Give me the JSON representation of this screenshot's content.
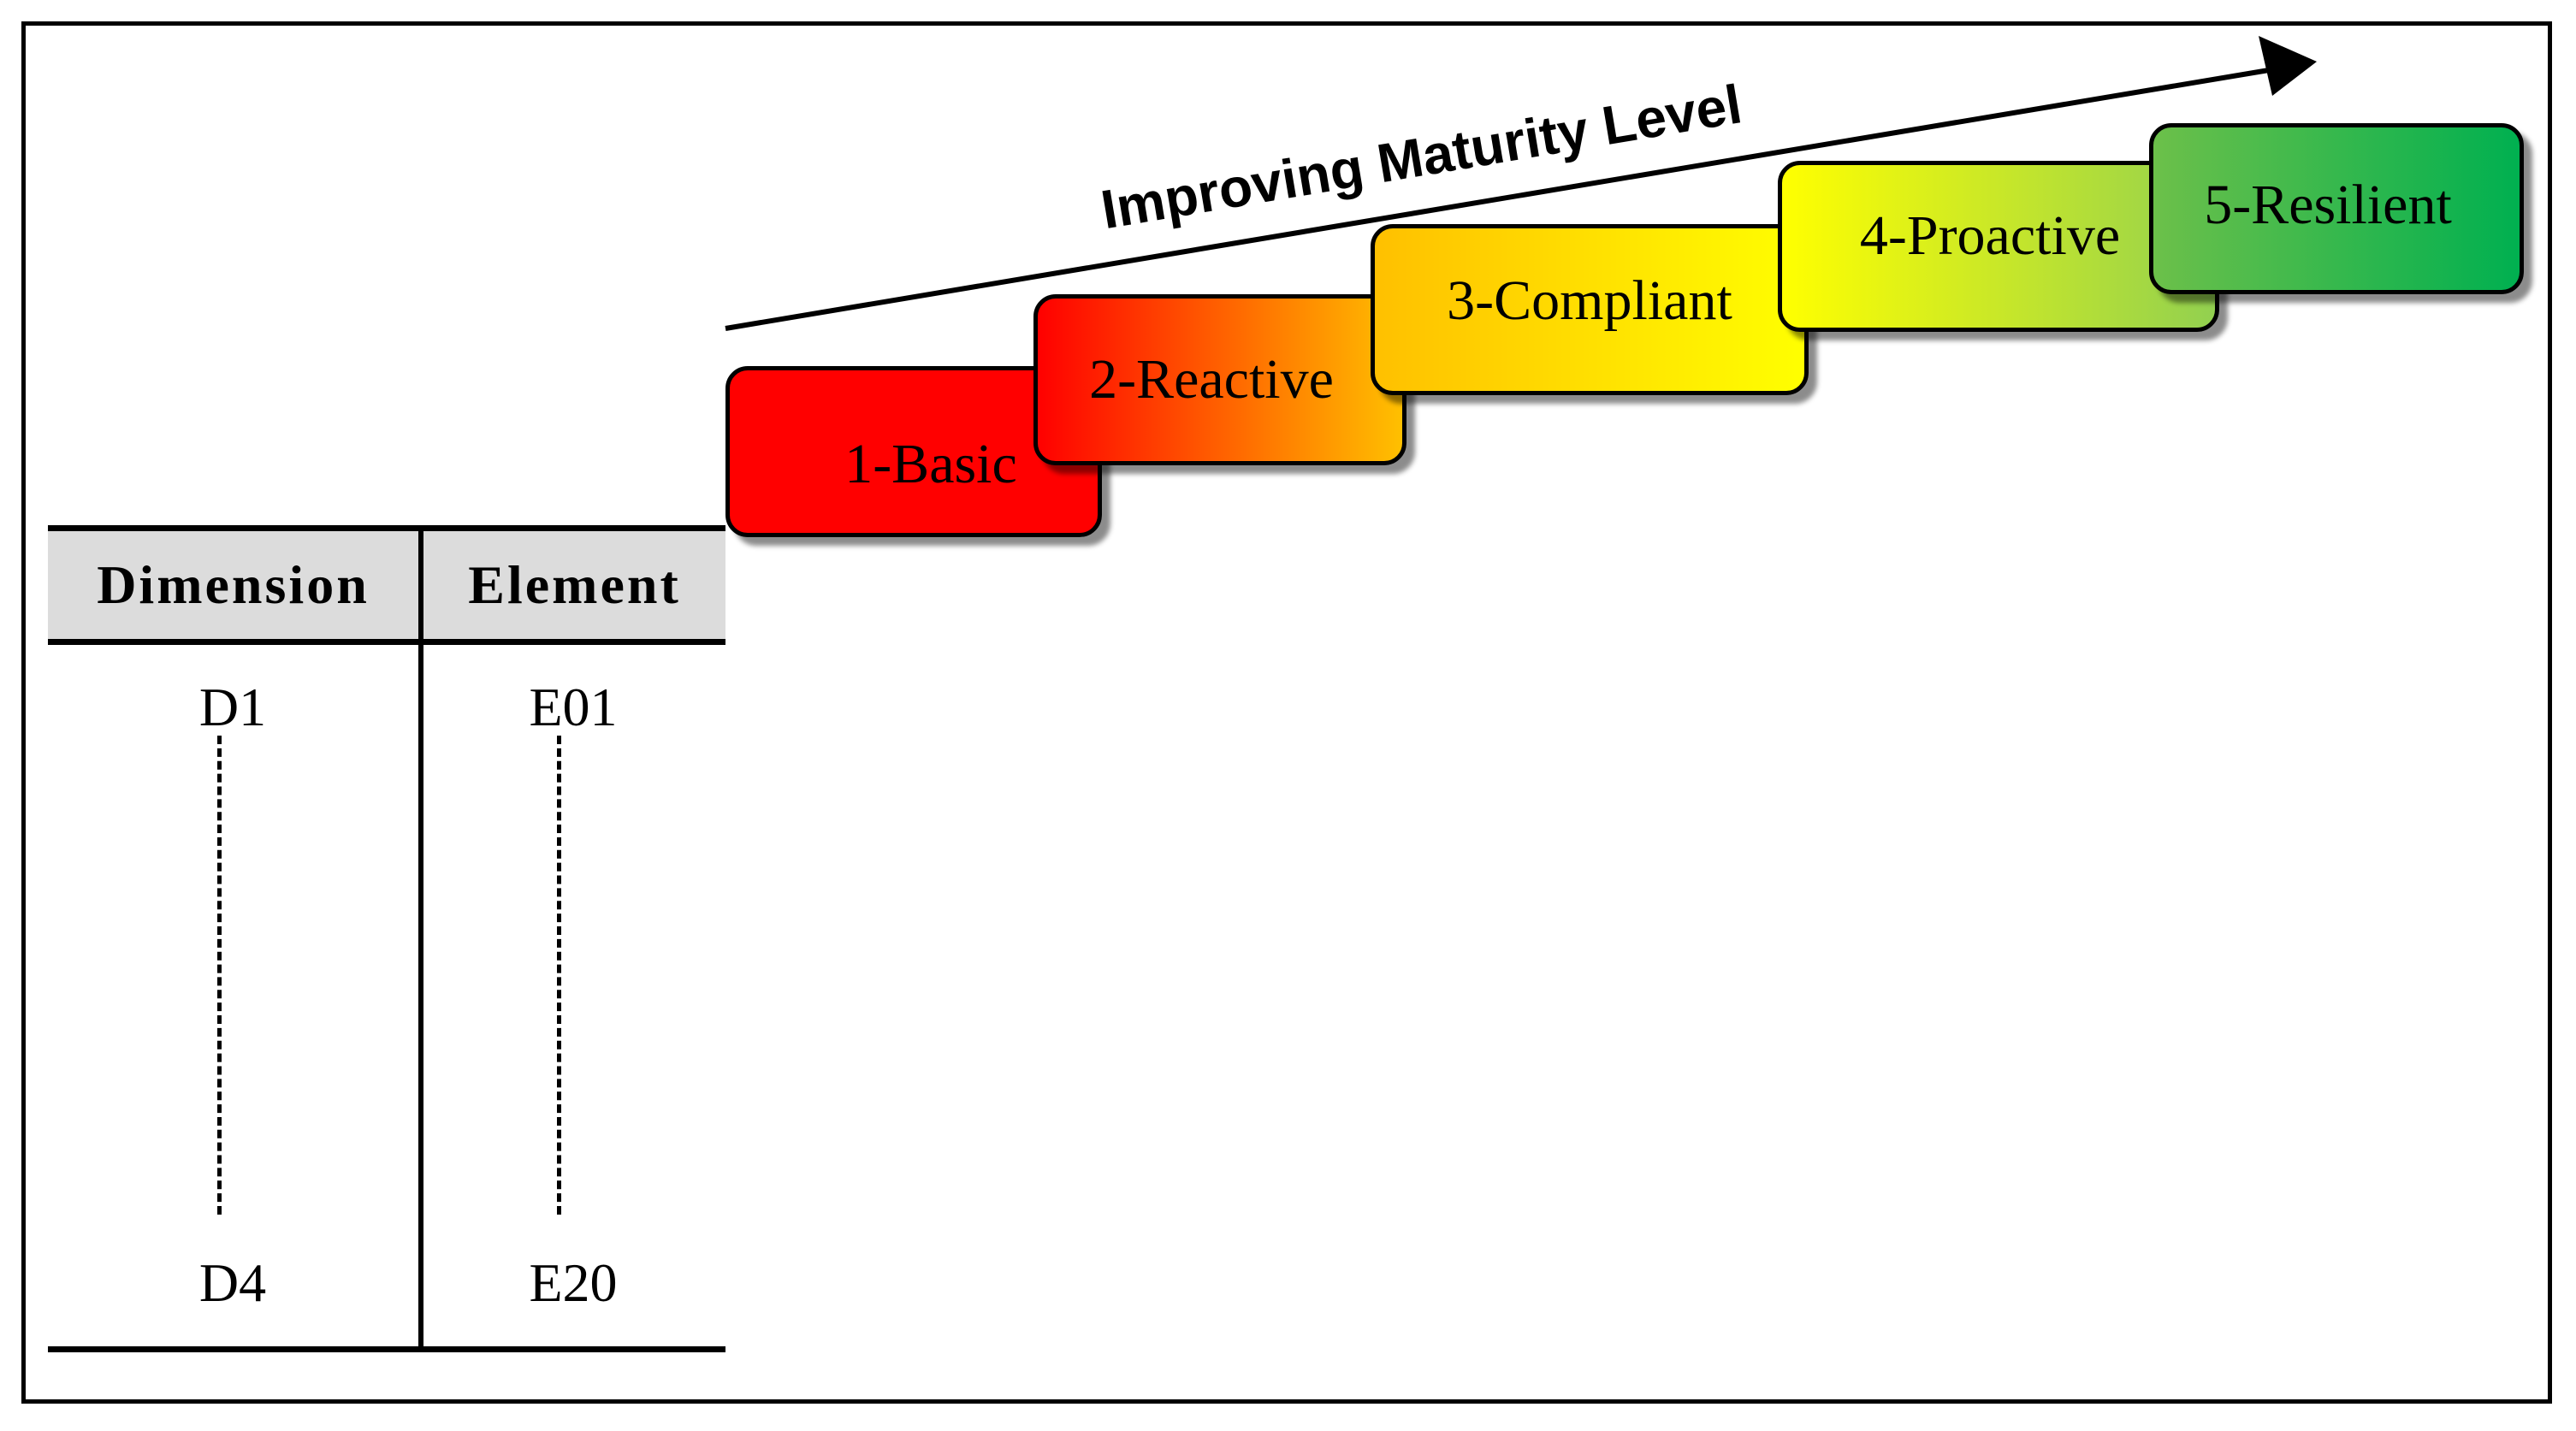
{
  "table": {
    "headers": {
      "dimension": "Dimension",
      "element": "Element"
    },
    "dimension_range": {
      "first": "D1",
      "last": "D4"
    },
    "element_range": {
      "first": "E01",
      "last": "E20"
    }
  },
  "maturity": {
    "arrow_label": "Improving Maturity Level",
    "levels": [
      {
        "label": "1-Basic",
        "color_start": "#ff0000",
        "color_end": "#ff0000"
      },
      {
        "label": "2-Reactive",
        "color_start": "#ff0000",
        "color_end": "#ffc000"
      },
      {
        "label": "3-Compliant",
        "color_start": "#ffc000",
        "color_end": "#ffff00"
      },
      {
        "label": "4-Proactive",
        "color_start": "#ffff00",
        "color_end": "#92d050"
      },
      {
        "label": "5-Resilient",
        "color_start": "#6cc04a",
        "color_end": "#00b050"
      }
    ]
  }
}
